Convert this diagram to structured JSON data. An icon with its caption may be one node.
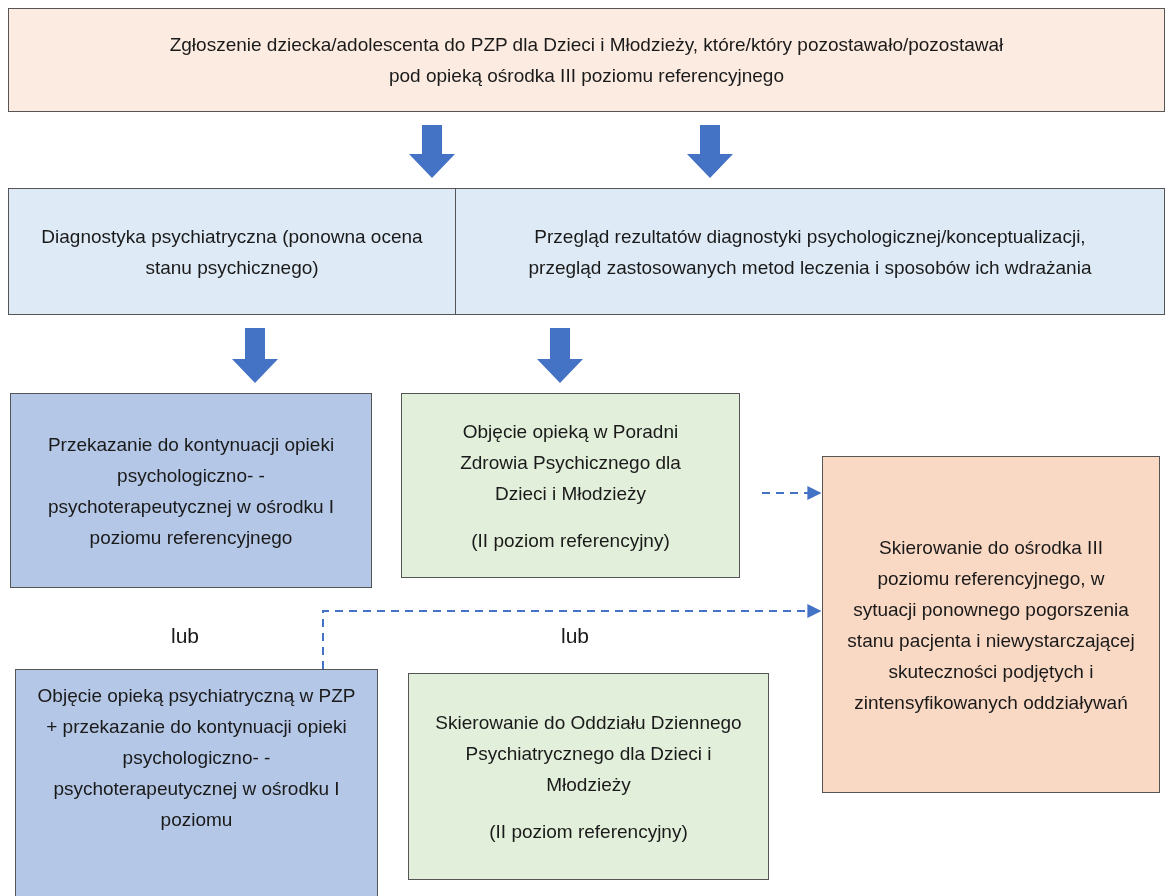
{
  "diagram": {
    "nodes": [
      {
        "text": [
          "Zgłoszenie dziecka/adolescenta do PZP dla Dzieci i Młodzieży, które/który pozostawało/pozostawał pod opieką ośrodka III poziomu referencyjnego"
        ]
      },
      {
        "text": [
          "Diagnostyka psychiatryczna (ponowna ocena stanu psychicznego)"
        ]
      },
      {
        "text": [
          "Przegląd rezultatów diagnostyki psychologicznej/konceptualizacji, przegląd zastosowanych metod leczenia i sposobów ich wdrażania"
        ]
      },
      {
        "text": [
          "Przekazanie do kontynuacji opieki psychologiczno- -psychoterapeutycznej w ośrodku  I poziomu referencyjnego"
        ]
      },
      {
        "text": [
          "Objęcie opieką w Poradni Zdrowia Psychicznego dla Dzieci i Młodzieży",
          "(II poziom referencyjny)"
        ]
      },
      {
        "text": [
          "Skierowanie do ośrodka III poziomu referencyjnego, w sytuacji ponownego pogorszenia stanu pacjenta i niewystarczającej skuteczności podjętych i zintensyfikowanych oddziaływań"
        ]
      },
      {
        "text": [
          "Objęcie opieką psychiatryczną w PZP +  przekazanie do kontynuacji opieki psychologiczno- -psychoterapeutycznej w ośrodku  I poziomu"
        ]
      },
      {
        "text": [
          "Skierowanie do Oddziału Dziennego Psychiatrycznego dla Dzieci i Młodzieży",
          "(II poziom referencyjny)"
        ]
      }
    ],
    "edges": [
      {
        "from": 0,
        "to": 1,
        "arrow": "to"
      },
      {
        "from": 0,
        "to": 2,
        "arrow": "to"
      },
      {
        "from": 1,
        "to": 3,
        "arrow": "to"
      },
      {
        "from": 2,
        "to": 4,
        "arrow": "to"
      },
      {
        "from": 4,
        "to": 5,
        "arrow": "to",
        "style": "dashed"
      },
      {
        "from": 6,
        "to": 5,
        "arrow": "to",
        "style": "dashed"
      }
    ],
    "labels": [
      "lub",
      "lub"
    ]
  }
}
